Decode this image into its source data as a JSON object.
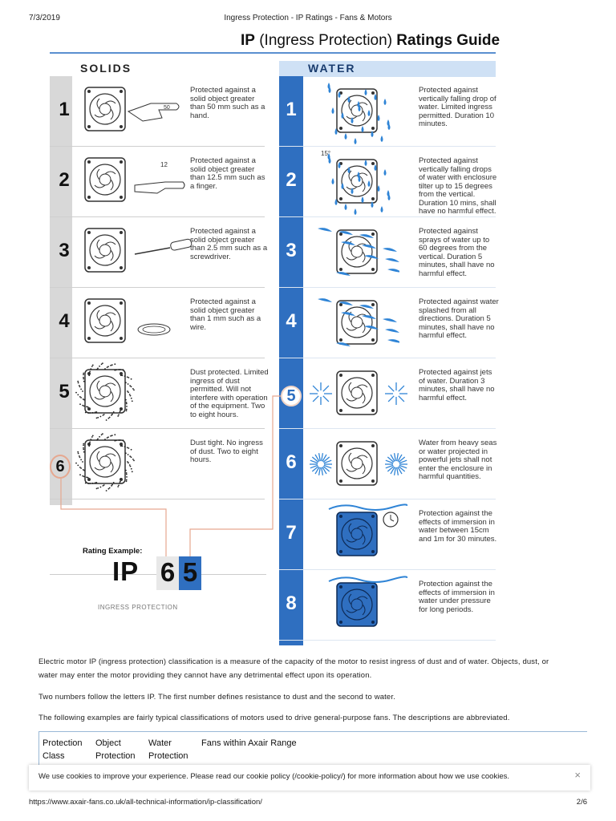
{
  "print_header": {
    "date": "7/3/2019",
    "title": "Ingress Protection - IP Ratings - Fans & Motors"
  },
  "guide": {
    "title_bold_1": "IP",
    "title_normal": " (Ingress Protection) ",
    "title_bold_2": "Ratings Guide",
    "solids_label": "SOLIDS",
    "water_label": "WATER"
  },
  "solids": [
    {
      "num": "1",
      "desc": "Protected against a solid object greater than 50 mm such as a hand.",
      "callout": "50"
    },
    {
      "num": "2",
      "desc": "Protected against a solid object greater than 12.5 mm such as a finger.",
      "callout": "12"
    },
    {
      "num": "3",
      "desc": "Protected against a solid object greater than 2.5 mm such as a screwdriver."
    },
    {
      "num": "4",
      "desc": "Protected against a solid object greater than 1 mm such as a wire."
    },
    {
      "num": "5",
      "desc": "Dust protected. Limited ingress of dust permitted. Will not interfere with operation of the equipment. Two to eight hours."
    },
    {
      "num": "6",
      "desc": "Dust tight. No ingress of dust. Two to eight hours."
    }
  ],
  "water": [
    {
      "num": "1",
      "desc": "Protected against vertically falling drop of water. Limited ingress permitted. Duration 10 minutes."
    },
    {
      "num": "2",
      "desc": "Protected against vertically falling drops of water with enclosure tilter up to 15 degrees from the vertical. Duration 10 mins, shall have no harmful effect.",
      "angle": "15°"
    },
    {
      "num": "3",
      "desc": "Protected against sprays of water up to 60 degrees from the vertical. Duration 5 minutes, shall have no harmful effect."
    },
    {
      "num": "4",
      "desc": "Protected against water splashed from all directions. Duration 5 minutes, shall have no harmful effect."
    },
    {
      "num": "5",
      "desc": "Protected against jets of water. Duration 3 minutes, shall have no harmful effect."
    },
    {
      "num": "6",
      "desc": "Water from heavy seas or water projected in powerful jets shall not enter the enclosure in harmful quantities."
    },
    {
      "num": "7",
      "desc": "Protection against the effects of immersion in water between 15cm and 1m for 30 minutes."
    },
    {
      "num": "8",
      "desc": "Protection against the effects of immersion in water under pressure for long periods."
    }
  ],
  "rating_example": {
    "label": "Rating Example:",
    "letters": "IP",
    "digit_solid": "6",
    "digit_water": "5",
    "caption": "INGRESS PROTECTION"
  },
  "paragraphs": [
    "Electric motor IP (ingress protection) classification is a measure of the capacity of the motor to resist ingress of dust and of water. Objects, dust, or",
    "water may enter the motor providing they cannot have any detrimental effect upon its operation.",
    "Two numbers follow the letters IP. The first number defines resistance to dust and the second to water.",
    "The following examples are fairly typical classifications of motors used to drive general-purpose fans. The descriptions are abbreviated."
  ],
  "table": {
    "headers": [
      {
        "line1": "Protection",
        "line2": "Class"
      },
      {
        "line1": "Object",
        "line2": "Protection"
      },
      {
        "line1": "Water",
        "line2": "Protection"
      },
      {
        "line1": "",
        "line2": "Fans within Axair Range"
      }
    ]
  },
  "cookie": {
    "text": "We use cookies to improve your experience. Please read our cookie policy (/cookie-policy/) for more information about how we use cookies.",
    "close": "×"
  },
  "footer": {
    "url": "https://www.axair-fans.co.uk/all-technical-information/ip-classification/",
    "page": "2/6"
  },
  "colors": {
    "water_blue": "#2f6fc0",
    "solids_grey": "#d8d8d8",
    "highlight_orange": "#e6a890"
  }
}
